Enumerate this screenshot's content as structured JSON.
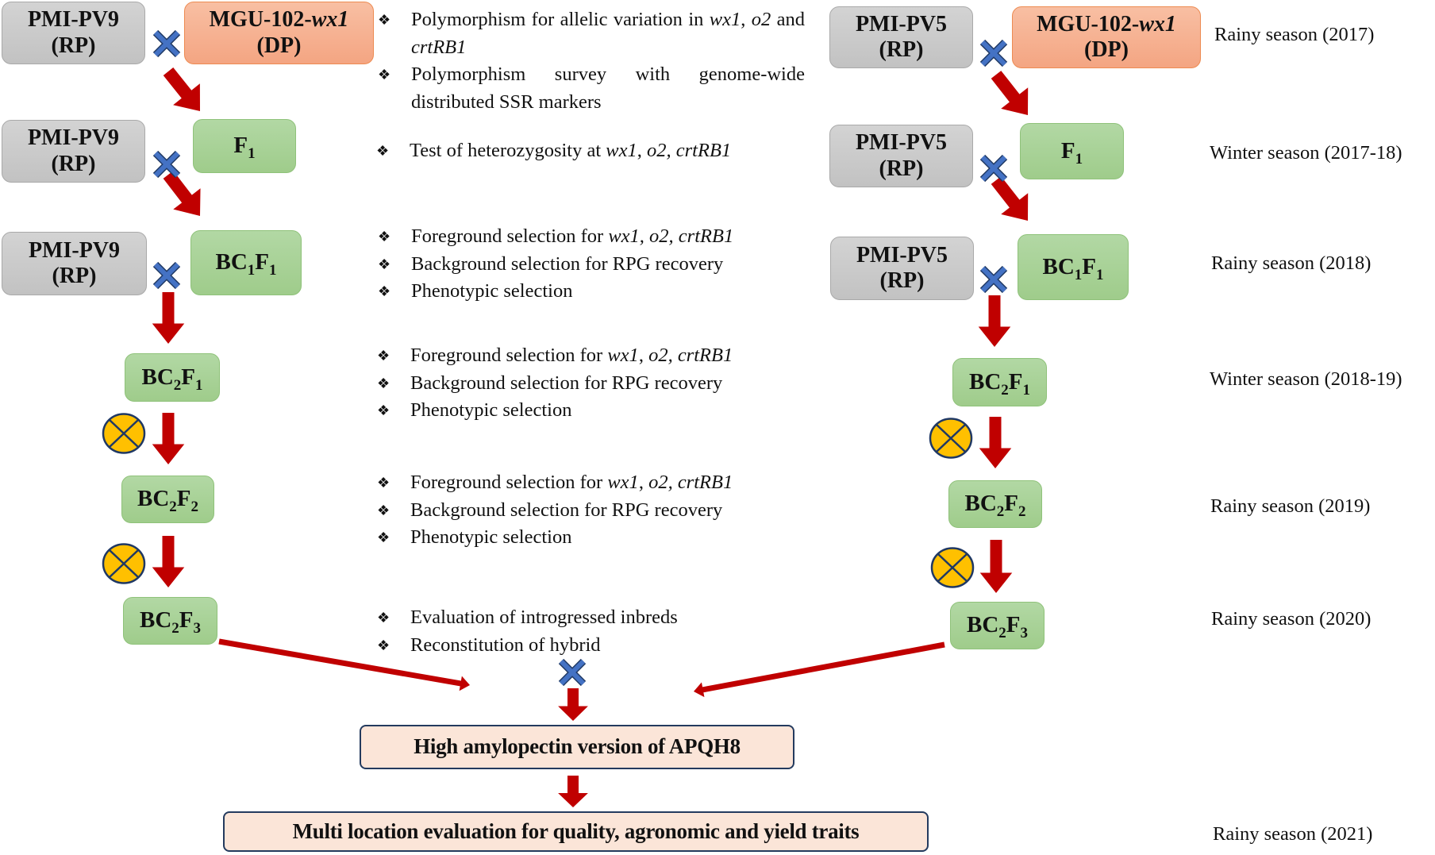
{
  "colors": {
    "arrow": "#c00000",
    "cross": "#4472c4",
    "recurrent_parent_fill": "#c8c8c8",
    "donor_parent_fill": "#f4a582",
    "generation_fill": "#a9d18e",
    "final_fill": "#fbe5d8",
    "final_border": "#233a5e",
    "selfing_fill": "#ffc000"
  },
  "icons": {
    "cross": "cross-symbol",
    "selfing": "selfing-symbol",
    "bullet": "diamond-bullet"
  },
  "left_scheme": {
    "rp_name": "PMI-PV9",
    "rp_tag": "(RP)",
    "dp_name": "MGU-102-",
    "dp_gene": "wx1",
    "dp_tag": "(DP)",
    "generations": {
      "f1": {
        "base": "F",
        "sub": "1"
      },
      "bc1f1": {
        "b": "BC",
        "s1": "1",
        "f": "F",
        "s2": "1"
      },
      "bc2f1": {
        "b": "BC",
        "s1": "2",
        "f": "F",
        "s2": "1"
      },
      "bc2f2": {
        "b": "BC",
        "s1": "2",
        "f": "F",
        "s2": "2"
      },
      "bc2f3": {
        "b": "BC",
        "s1": "2",
        "f": "F",
        "s2": "3"
      }
    }
  },
  "right_scheme": {
    "rp_name": "PMI-PV5",
    "rp_tag": "(RP)",
    "dp_name": "MGU-102-",
    "dp_gene": "wx1",
    "dp_tag": "(DP)",
    "generations": {
      "f1": {
        "base": "F",
        "sub": "1"
      },
      "bc1f1": {
        "b": "BC",
        "s1": "1",
        "f": "F",
        "s2": "1"
      },
      "bc2f1": {
        "b": "BC",
        "s1": "2",
        "f": "F",
        "s2": "1"
      },
      "bc2f2": {
        "b": "BC",
        "s1": "2",
        "f": "F",
        "s2": "2"
      },
      "bc2f3": {
        "b": "BC",
        "s1": "2",
        "f": "F",
        "s2": "3"
      }
    }
  },
  "notes": {
    "bullet": "❖",
    "step1": {
      "a_pre": "Polymorphism for allelic variation in ",
      "a_g1": "wx1",
      "a_sep1": ", ",
      "a_g2": "o2",
      "a_mid": " and ",
      "a_g3": "crtRB1",
      "b": "Polymorphism survey with genome-wide distributed SSR markers"
    },
    "step2": {
      "pre": "Test of heterozygosity at ",
      "g1": "wx1",
      "sep": ", ",
      "g23": "o2, crtRB1"
    },
    "step3": {
      "fg_pre": "Foreground selection for ",
      "fg_genes": "wx1, o2, crtRB1",
      "bg": "Background selection for RPG recovery",
      "pheno": "Phenotypic selection"
    },
    "step4": {
      "fg_pre": "Foreground selection for ",
      "fg_g1": "wx1",
      "fg_sep": ", ",
      "fg_g23": "o2, crtRB1",
      "bg": "Background selection for RPG recovery",
      "pheno": "Phenotypic selection"
    },
    "step5": {
      "fg_pre": "Foreground selection for ",
      "fg_g1": "wx1",
      "fg_sep": ", ",
      "fg_g23": "o2, crtRB1",
      "bg": "Background selection for RPG recovery",
      "pheno": "Phenotypic selection"
    },
    "step6": {
      "eval": "Evaluation of introgressed inbreds",
      "recon": "Reconstitution of hybrid"
    }
  },
  "outcomes": {
    "hybrid": "High amylopectin version of APQH8",
    "evaluation": "Multi location evaluation for quality, agronomic and yield traits"
  },
  "seasons": [
    "Rainy season (2017)",
    "Winter season (2017-18)",
    "Rainy season (2018)",
    "Winter season (2018-19)",
    "Rainy season (2019)",
    "Rainy season (2020)",
    "Rainy season (2021)"
  ]
}
